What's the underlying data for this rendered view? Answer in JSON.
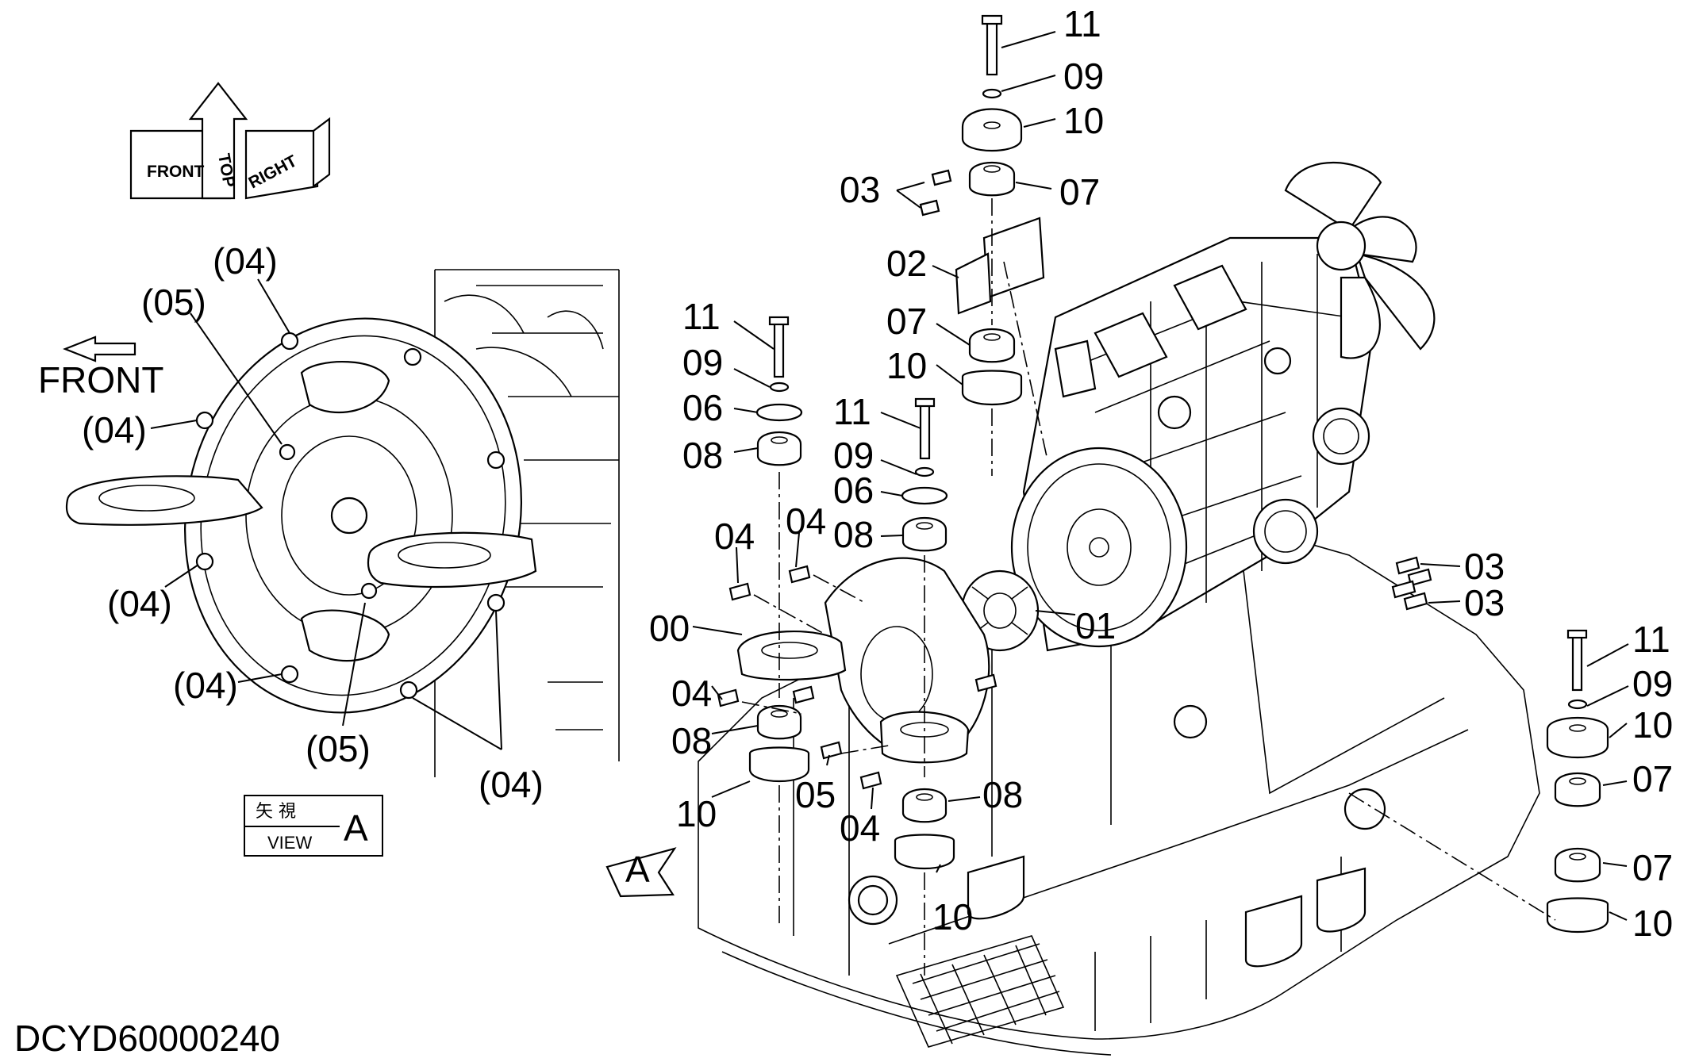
{
  "drawing_code": "DCYD60000240",
  "front_arrow_label": "FRONT",
  "view_marker": {
    "letter": "A"
  },
  "view_box": {
    "kanji": "矢 視",
    "label": "VIEW",
    "letter": "A"
  },
  "orientation_cube": {
    "front": "FRONT",
    "top": "TOP",
    "right": "RIGHT"
  },
  "callouts": {
    "detail_04_a": "(04)",
    "detail_05_a": "(05)",
    "detail_04_b": "(04)",
    "detail_04_c": "(04)",
    "detail_04_d": "(04)",
    "detail_05_b": "(05)",
    "detail_04_e": "(04)",
    "top_11": "11",
    "top_09": "09",
    "top_10": "10",
    "top_03": "03",
    "top_07": "07",
    "top_02": "02",
    "mid_07": "07",
    "mid_10": "10",
    "left_11": "11",
    "left_09": "09",
    "left_06": "06",
    "left_08": "08",
    "c_11": "11",
    "c_09": "09",
    "c_06": "06",
    "c_08": "08",
    "c_04a": "04",
    "c_04b": "04",
    "c_00": "00",
    "c_01": "01",
    "c_04c": "04",
    "c_08b": "08",
    "c_10": "10",
    "c_05": "05",
    "c_04d": "04",
    "c_08c": "08",
    "c_10b": "10",
    "r_03a": "03",
    "r_03b": "03",
    "r_11": "11",
    "r_09": "09",
    "r_10": "10",
    "r_07": "07",
    "r_07b": "07",
    "r_10b": "10"
  }
}
